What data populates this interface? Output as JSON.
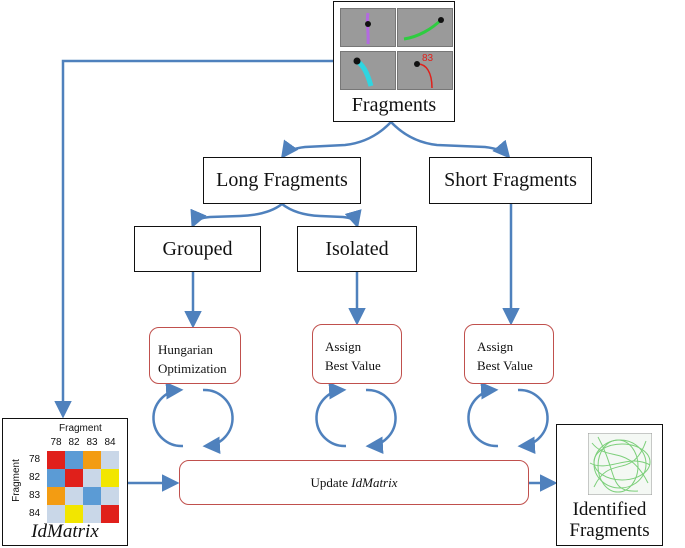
{
  "nodes": {
    "fragments": "Fragments",
    "long_fragments": "Long Fragments",
    "short_fragments": "Short Fragments",
    "grouped": "Grouped",
    "isolated": "Isolated",
    "hungarian_line1": "Hungarian",
    "hungarian_line2": "Optimization",
    "assign1_line1": "Assign",
    "assign1_line2": "Best Value",
    "assign2_line1": "Assign",
    "assign2_line2": "Best Value",
    "update_prefix": "Update ",
    "update_emph": "IdMatrix",
    "idmatrix_caption": "IdMatrix",
    "identified_line1": "Identified",
    "identified_line2": "Fragments",
    "thumb_label": "83"
  },
  "idmatrix": {
    "axis_label": "Fragment",
    "ids": [
      "78",
      "82",
      "83",
      "84"
    ],
    "cells": [
      [
        "#e0201b",
        "#5b9bd5",
        "#f39c12",
        "#c9d7e8"
      ],
      [
        "#5b9bd5",
        "#e0201b",
        "#c9d7e8",
        "#f2e600"
      ],
      [
        "#f39c12",
        "#c9d7e8",
        "#5b9bd5",
        "#c9d7e8"
      ],
      [
        "#c9d7e8",
        "#f2e600",
        "#c9d7e8",
        "#e0201b"
      ]
    ]
  },
  "colors": {
    "arrow": "#4f81bd",
    "rounded_border": "#c0504d",
    "trajectory_green": "#7ccf7a"
  }
}
